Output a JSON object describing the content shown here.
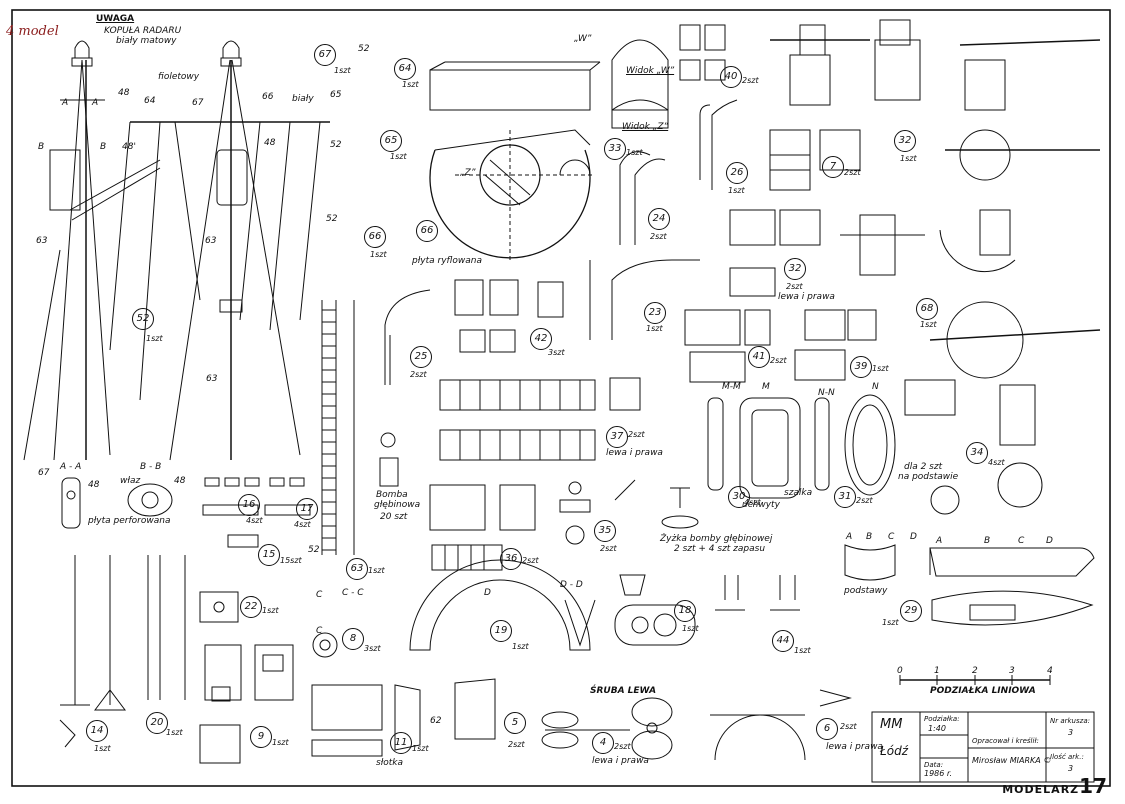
{
  "header": {
    "logo_text": "4 model",
    "note_title": "UWAGA",
    "note_line1": "KOPUŁA RADARU",
    "note_line2": "biały matowy"
  },
  "mast_labels": {
    "fioletowy": "fioletowy",
    "bialy": "biały",
    "plyta_perforowana": "płyta perforowana",
    "wlaz": "właz",
    "section_aa": "A - A",
    "section_bb": "B - B",
    "plyta_ryflowana": "płyta ryflowana"
  },
  "refs": {
    "r48a": "48",
    "r64": "64",
    "r67": "67",
    "r66": "66",
    "r65": "65",
    "r48b": "48'",
    "r48c": "48",
    "r63a": "63",
    "r63b": "63",
    "r63c": "63",
    "rA1": "A",
    "rA2": "A",
    "rB1": "B",
    "rB2": "B",
    "r67b": "67",
    "r48d": "48",
    "r48e": "48",
    "r52a": "52",
    "r52b": "52",
    "r52c": "52",
    "r52d": "52",
    "r62": "62"
  },
  "parts": [
    {
      "n": "52",
      "q": "1szt"
    },
    {
      "n": "67",
      "q": "1szt"
    },
    {
      "n": "64",
      "q": "1szt"
    },
    {
      "n": "65",
      "q": "1szt"
    },
    {
      "n": "66",
      "q": "1szt"
    },
    {
      "n": "66b",
      "label": "66"
    },
    {
      "n": "33",
      "q": "1szt"
    },
    {
      "n": "40",
      "q": "2szt"
    },
    {
      "n": "26",
      "q": "1szt"
    },
    {
      "n": "24",
      "q": "2szt"
    },
    {
      "n": "7",
      "q": "2szt"
    },
    {
      "n": "32",
      "q": "1szt"
    },
    {
      "n": "32b",
      "label": "32",
      "q": "2szt"
    },
    {
      "n": "42",
      "q": "3szt"
    },
    {
      "n": "23",
      "q": "1szt"
    },
    {
      "n": "25",
      "q": "2szt"
    },
    {
      "n": "41",
      "q": "2szt"
    },
    {
      "n": "39",
      "q": "1szt"
    },
    {
      "n": "68",
      "q": "1szt"
    },
    {
      "n": "37",
      "q": "2szt"
    },
    {
      "n": "30",
      "q": "4szt"
    },
    {
      "n": "31",
      "q": "2szt"
    },
    {
      "n": "34",
      "q": "4szt"
    },
    {
      "n": "16",
      "q": "4szt"
    },
    {
      "n": "17",
      "q": "4szt"
    },
    {
      "n": "35",
      "q": "2szt"
    },
    {
      "n": "15",
      "q": "15szt"
    },
    {
      "n": "36",
      "q": "2szt"
    },
    {
      "n": "63",
      "q": "1szt"
    },
    {
      "n": "22",
      "q": "1szt"
    },
    {
      "n": "8",
      "q": "3szt"
    },
    {
      "n": "19",
      "q": "1szt"
    },
    {
      "n": "18",
      "q": "1szt"
    },
    {
      "n": "44",
      "q": "1szt"
    },
    {
      "n": "29",
      "q": "1szt"
    },
    {
      "n": "14",
      "q": "1szt"
    },
    {
      "n": "20",
      "q": "1szt"
    },
    {
      "n": "9",
      "q": "1szt"
    },
    {
      "n": "11",
      "q": "1szt"
    },
    {
      "n": "5",
      "q": "2szt"
    },
    {
      "n": "4",
      "q": "2szt"
    },
    {
      "n": "6",
      "q": "2szt"
    }
  ],
  "notes": {
    "widok_w": "Widok „W”",
    "widok_z": "Widok „Z”",
    "w_quote": "„W”",
    "z_quote": "„Z”",
    "lewa_prawa_32": "lewa i prawa",
    "lewa_prawa_37": "lewa i prawa",
    "lewa_prawa_4": "lewa i prawa",
    "lewa_prawa_6": "lewa i prawa",
    "bomba_line1": "Bomba",
    "bomba_line2": "głębinowa",
    "bomba_line3": "20 szt",
    "zyzka_line1": "Żyżka bomby głębinowej",
    "zyzka_line2": "2 szt + 4 szt zapasu",
    "sruba": "ŚRUBA LEWA",
    "uchwyty": "uchwyty",
    "szalka": "szalka",
    "dla_line1": "dla 2 szt",
    "dla_line2": "na podstawie",
    "podstawy": "podstawy",
    "podzialka": "PODZIAŁKA LINIOWA",
    "secMM": "M-M",
    "secNN": "N-N",
    "secM": "M",
    "secN": "N",
    "secDD": "D - D",
    "secCC": "C - C",
    "sC1": "C",
    "sC2": "C",
    "sD": "D",
    "bA": "A",
    "bB": "B",
    "bC": "C",
    "bD": "D",
    "pA": "A",
    "pB": "B",
    "pC": "C",
    "pD": "D",
    "slotka": "słotka"
  },
  "scale_ticks": [
    "0",
    "1",
    "2",
    "3",
    "4"
  ],
  "title_block": {
    "sig": "MM",
    "city": "Łódź",
    "podzialka_label": "Podziałka:",
    "podzialka_value": "1:40",
    "data_label": "Data:",
    "data_value": "1986 r.",
    "opracowal_label": "Opracował i kreślił:",
    "author": "Mirosław MIARKA ©",
    "nr_label": "Nr arkusza:",
    "nr_value": "3",
    "ilosc_label": "Ilość ark.:",
    "ilosc_value": "3"
  },
  "brand": {
    "magazine": "MODELARZ",
    "page": "17"
  }
}
